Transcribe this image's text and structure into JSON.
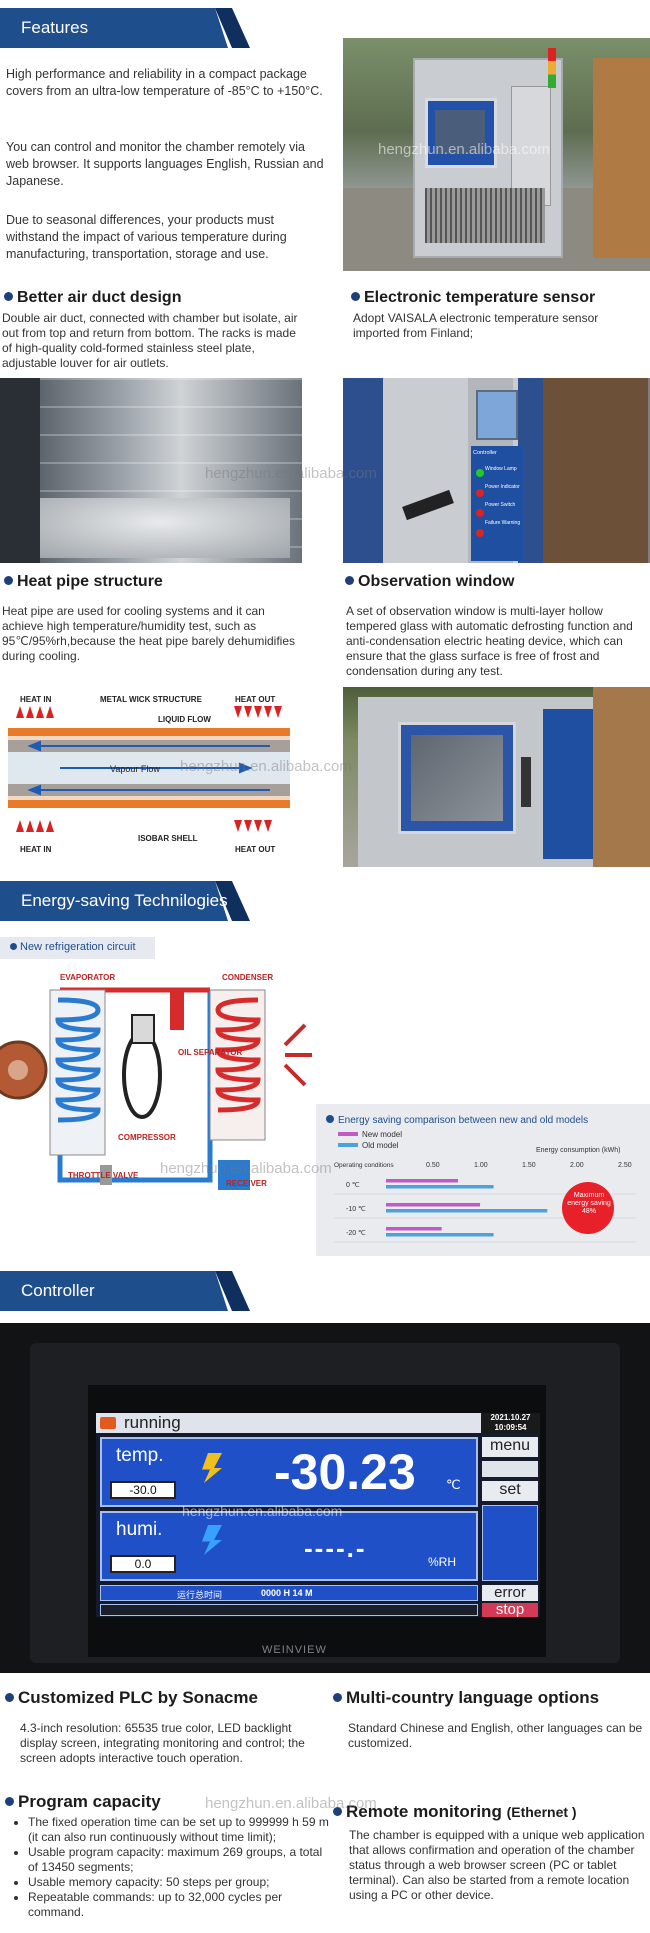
{
  "features": {
    "banner": "Features",
    "paragraphs": [
      "High performance and reliability in a compact package covers from an ultra-low temperature of -85°C to +150°C.",
      "You can control and monitor the chamber remotely via web browser. It supports languages English, Russian and Japanese.",
      "Due to seasonal differences, your products must withstand the impact of various temperature during manufacturing, transportation, storage and use."
    ]
  },
  "watermark": "hengzhun.en.alibaba.com",
  "air_duct": {
    "title": "Better air duct design",
    "text": "Double air duct, connected with chamber but isolate, air out from top and return from bottom. The racks is made of high-quality cold-formed stainless steel plate, adjustable louver for air outlets."
  },
  "sensor": {
    "title": "Electronic temperature sensor",
    "text": "Adopt VAISALA electronic temperature sensor imported from Finland;"
  },
  "panel_labels": [
    "Controller",
    "Window Lamp",
    "Power Indicator",
    "Power Switch",
    "Failure Warning"
  ],
  "heat_pipe": {
    "title": "Heat pipe structure",
    "text": "Heat pipe are used for cooling systems and it can achieve high temperature/humidity test, such as 95℃/95%rh,because the heat pipe barely dehumidifies during cooling.",
    "labels": {
      "heat_in": "HEAT IN",
      "metal_wick": "METAL WICK STRUCTURE",
      "heat_out": "HEAT OUT",
      "liquid_flow": "LIQUID FLOW",
      "vapour_flow": "Vapour Flow",
      "isobar_shell": "ISOBAR SHELL"
    }
  },
  "observation": {
    "title": "Observation window",
    "text": "A set of observation window is multi-layer hollow tempered glass with automatic defrosting function and anti-condensation electric heating device, which can ensure that the glass surface is free of frost and condensation during any test."
  },
  "energy": {
    "banner": "Energy-saving Technilogies",
    "circuit_label": "New refrigeration circuit",
    "circuit_labels": {
      "evaporator": "EVAPORATOR",
      "condenser": "CONDENSER",
      "oil_separator": "OIL SEPARATOR",
      "compressor": "COMPRESSOR",
      "throttle_valve": "THROTTLE VALVE",
      "receiver": "RECEIVER"
    }
  },
  "chart_data": {
    "type": "bar",
    "title": "Energy saving comparison between new and old models",
    "legend": [
      "New model",
      "Old model"
    ],
    "legend_position": "top-left",
    "xlabel": "Energy consumption (kWh)",
    "row_header": "Operating conditions",
    "categories": [
      "0 ℃",
      "-10 ℃",
      "-20 ℃"
    ],
    "ticks": [
      "0.50",
      "1.00",
      "1.50",
      "2.00",
      "2.50"
    ],
    "xlim": [
      0,
      2.5
    ],
    "series": [
      {
        "name": "New model",
        "values": [
          0.75,
          0.98,
          0.58
        ]
      },
      {
        "name": "Old model",
        "values": [
          1.12,
          1.68,
          1.12
        ]
      }
    ],
    "colors": {
      "New model": "#c05bc6",
      "Old model": "#4aa3df"
    },
    "callout": "Maximum energy saving 48%"
  },
  "controller": {
    "banner": "Controller",
    "screen": {
      "status": "running",
      "date": "2021.10.27",
      "time": "10:09:54",
      "temp_label": "temp.",
      "temp_set": "-30.0",
      "temp_value": "-30.23",
      "temp_unit": "℃",
      "humi_label": "humi.",
      "humi_set": "0.0",
      "humi_value": "----.-",
      "humi_unit": "%RH",
      "run_label": "运行总时间",
      "run_time": "0000 H 14 M",
      "menu": "menu",
      "set": "set",
      "error": "error",
      "stop": "stop",
      "brand": "WEINVIEW"
    }
  },
  "plc": {
    "title": "Customized PLC by Sonacme",
    "text": "4.3-inch resolution: 65535 true color, LED backlight display screen, integrating monitoring and control; the screen adopts interactive touch operation."
  },
  "language": {
    "title": "Multi-country language options",
    "text": "Standard Chinese and English, other languages can be customized."
  },
  "program": {
    "title": "Program capacity",
    "items": [
      "The fixed operation time can be set up to 999999 h 59 m (it can also run continuously without time limit);",
      "Usable program capacity: maximum 269 groups, a total of 13450 segments;",
      "Usable memory capacity: 50 steps per group;",
      "Repeatable commands: up to 32,000 cycles per command."
    ]
  },
  "remote": {
    "title": "Remote monitoring",
    "suffix": "(Ethernet )",
    "text": "The chamber is equipped with a unique web application that allows confirmation and operation of the chamber status through a web browser screen (PC or tablet terminal). Can also be started from a remote location using a PC or other device."
  }
}
